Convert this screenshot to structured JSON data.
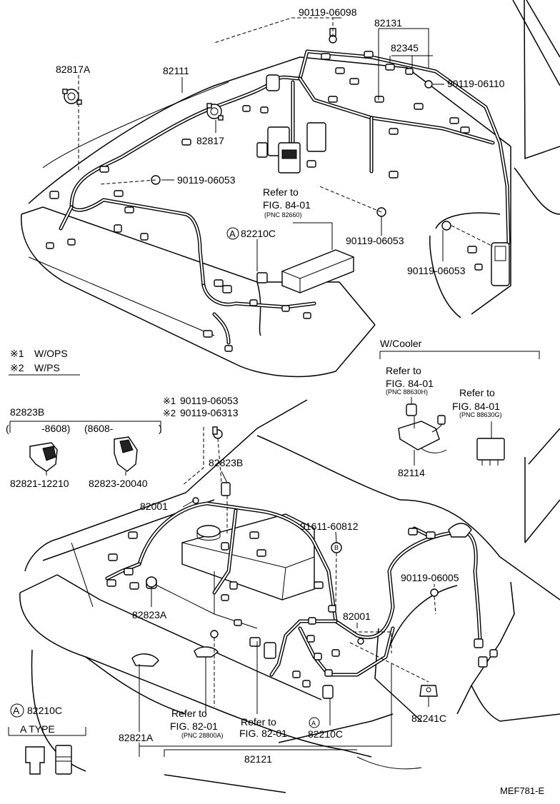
{
  "top": {
    "callouts": {
      "c_90119_06098": "90119-06098",
      "c_82131": "82131",
      "c_82345": "82345",
      "c_90119_06110": "90119-06110",
      "c_82817A": "82817A",
      "c_82111": "82111",
      "c_82817": "82817",
      "c_90119_06053_a": "90119-06053",
      "refer_line1": "Refer to",
      "refer_line2": "FIG. 84-01",
      "refer_pnc": "(PNC 82660)",
      "marker_a": "A",
      "c_82210C": "82210C",
      "c_90119_06053_b": "90119-06053",
      "c_90119_06053_c": "90119-06053"
    },
    "legend": {
      "mark1": "※1",
      "mark1_text": "W/OPS",
      "mark2": "※2",
      "mark2_text": "W/PS"
    }
  },
  "cooler": {
    "title": "W/Cooler",
    "ref1_line1": "Refer to",
    "ref1_line2": "FIG. 84-01",
    "ref1_pnc": "(PNC 88630H)",
    "ref2_line1": "Refer to",
    "ref2_line2": "FIG. 84-01",
    "ref2_pnc": "(PNC 88630G)",
    "c_82114": "82114"
  },
  "variant": {
    "c_82823B": "82823B",
    "range1": "-8608)",
    "range2": "(8608-",
    "c_82821_12210": "82821-12210",
    "c_82823_20040": "82823-20040"
  },
  "bottom": {
    "bolt_mark1": "※1",
    "bolt_c1": "90119-06053",
    "bolt_mark2": "※2",
    "bolt_c2": "90119-06313",
    "c_82823B": "82823B",
    "c_82001_a": "82001",
    "c_91611_60812": "91611-60812",
    "marker_b": "B",
    "c_90119_06005": "90119-06005",
    "c_82823A": "82823A",
    "c_82001_b": "82001",
    "refer1_line1": "Refer to",
    "refer1_line2": "FIG. 82-01",
    "refer1_pnc": "(PNC 28800A)",
    "refer2_line1": "Refer to",
    "refer2_line2": "FIG. 82-01",
    "c_82821A": "82821A",
    "marker_a": "A",
    "c_82210C": "82210C",
    "c_82241C": "82241C",
    "c_82121": "82121"
  },
  "fuse_legend": {
    "marker": "A",
    "part": "82210C",
    "type_label": "A TYPE"
  },
  "figure_code": "MEF781-E"
}
